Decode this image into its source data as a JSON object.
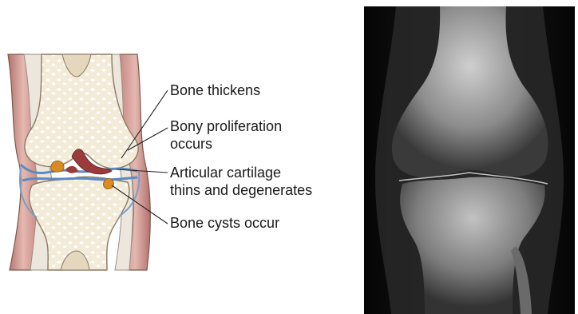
{
  "diagram": {
    "labels": [
      {
        "id": "bone-thickens",
        "lines": [
          "Bone thickens"
        ]
      },
      {
        "id": "bony-proliferation",
        "lines": [
          "Bony proliferation",
          "occurs"
        ]
      },
      {
        "id": "cartilage",
        "lines": [
          "Articular cartilage",
          "thins and degenerates"
        ]
      },
      {
        "id": "bone-cysts",
        "lines": [
          "Bone cysts occur"
        ]
      }
    ],
    "colors": {
      "bone": "#f3ead8",
      "bone_pores": "#ffffff",
      "muscle": "#c98a8a",
      "muscle_light": "#e3b3ad",
      "tendon": "#b9b3ad",
      "cartilage_blue": "#5a8ac2",
      "cyst": "#d98a22",
      "degenerated": "#9c3b3b",
      "xray_bg": "#0a0a0a"
    }
  },
  "xray": {
    "icon": "knee-xray-image"
  }
}
